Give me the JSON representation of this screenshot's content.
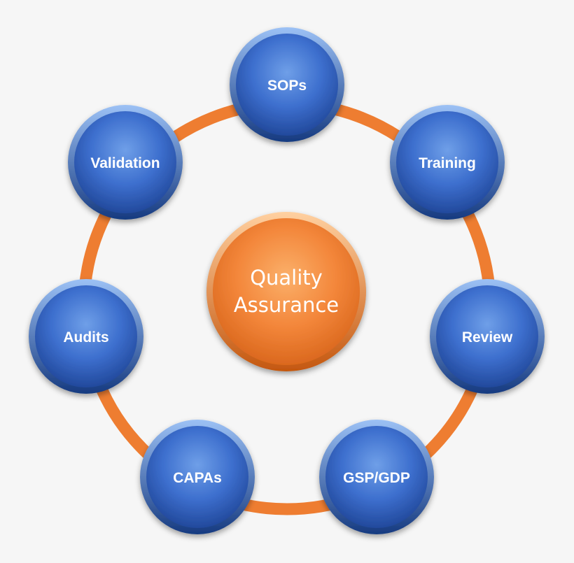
{
  "center": {
    "line1": "Quality",
    "line2": "Assurance"
  },
  "nodes": [
    {
      "label": "SOPs"
    },
    {
      "label": "Training"
    },
    {
      "label": "Review"
    },
    {
      "label": "GSP/GDP"
    },
    {
      "label": "CAPAs"
    },
    {
      "label": "Audits"
    },
    {
      "label": "Validation"
    }
  ],
  "colors": {
    "ring": "#ee7d31",
    "node_fill": "#3c6fcf",
    "node_outline": "#1a3f8a",
    "center_fill": "#f08030",
    "background": "#f6f6f6"
  }
}
